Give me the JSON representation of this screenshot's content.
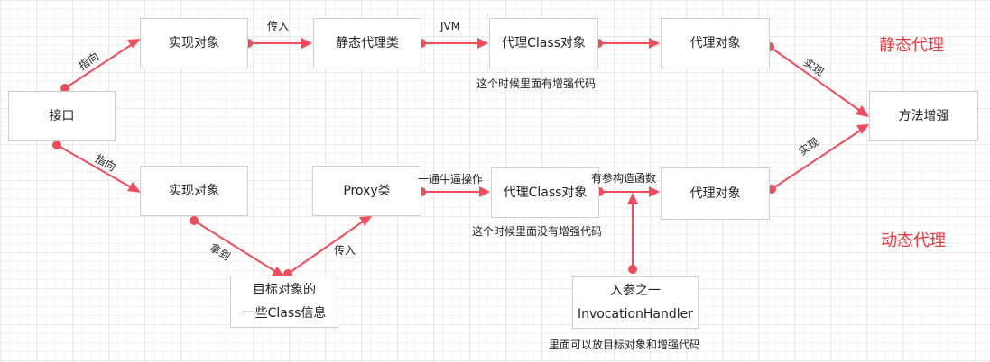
{
  "colors": {
    "edge": "#f24b5a",
    "title": "#e8383d"
  },
  "nodes": {
    "interface": "接口",
    "impl_top": "实现对象",
    "static_proxy_class": "静态代理类",
    "proxy_class_obj_top": "代理Class对象",
    "proxy_obj_top": "代理对象",
    "method_enhance": "方法增强",
    "impl_bottom": "实现对象",
    "proxy_cls": "Proxy类",
    "proxy_class_obj_bottom": "代理Class对象",
    "proxy_obj_bottom": "代理对象",
    "target_info_line1": "目标对象的",
    "target_info_line2": "一些Class信息",
    "handler_line1": "入参之一",
    "handler_line2": "InvocationHandler"
  },
  "edge_labels": {
    "point_to_top": "指向",
    "pass_in_top": "传入",
    "jvm": "JVM",
    "implement_top": "实现",
    "point_to_bottom": "指向",
    "take": "拿到",
    "pass_in_bottom": "传入",
    "magic_op": "一通牛逼操作",
    "param_ctor": "有参构造函数",
    "implement_bottom": "实现"
  },
  "notes": {
    "has_enhance": "这个时候里面有增强代码",
    "no_enhance": "这个时候里面没有增强代码",
    "handler_note": "里面可以放目标对象和增强代码"
  },
  "titles": {
    "static": "静态代理",
    "dynamic": "动态代理"
  }
}
